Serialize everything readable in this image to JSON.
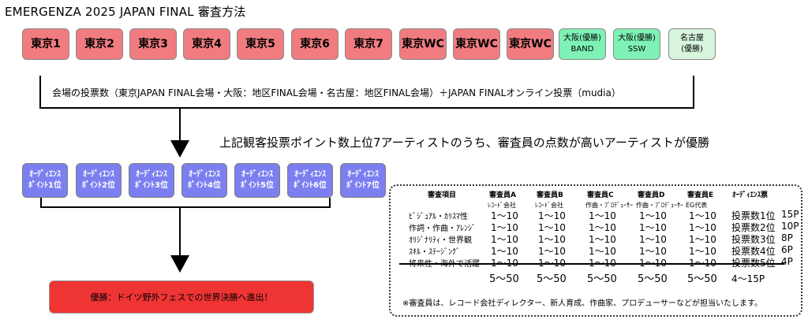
{
  "title": "EMERGENZA 2025 JAPAN FINAL 審査方法",
  "venues": [
    {
      "label": "東京1",
      "kind": "tokyo"
    },
    {
      "label": "東京2",
      "kind": "tokyo"
    },
    {
      "label": "東京3",
      "kind": "tokyo"
    },
    {
      "label": "東京4",
      "kind": "tokyo"
    },
    {
      "label": "東京5",
      "kind": "tokyo"
    },
    {
      "label": "東京6",
      "kind": "tokyo"
    },
    {
      "label": "東京7",
      "kind": "tokyo"
    },
    {
      "label": "東京WC",
      "kind": "tokyo"
    },
    {
      "label": "東京WC",
      "kind": "tokyo"
    },
    {
      "label": "東京WC",
      "kind": "tokyo"
    },
    {
      "label": "大阪(優勝)\nBAND",
      "kind": "osaka"
    },
    {
      "label": "大阪(優勝)\nSSW",
      "kind": "osaka"
    },
    {
      "label": "名古屋\n(優勝)",
      "kind": "nagoya"
    }
  ],
  "voting_note": "会場の投票数（東京JAPAN FINAL会場・大阪：地区FINAL会場・名古屋：地区FINAL会場）＋JAPAN FINALオンライン投票（mudia）",
  "subtitle": "上記観客投票ポイント数上位7アーティストのうち、審査員の点数が高いアーティストが優勝",
  "points": [
    "ｵｰﾃﾞｨｴﾝｽ\nﾎﾟｲﾝﾄ1位",
    "ｵｰﾃﾞｨｴﾝｽ\nﾎﾟｲﾝﾄ2位",
    "ｵｰﾃﾞｨｴﾝｽ\nﾎﾟｲﾝﾄ3位",
    "ｵｰﾃﾞｨｴﾝｽ\nﾎﾟｲﾝﾄ4位",
    "ｵｰﾃﾞｨｴﾝｽ\nﾎﾟｲﾝﾄ5位",
    "ｵｰﾃﾞｨｴﾝｽ\nﾎﾟｲﾝﾄ6位",
    "ｵｰﾃﾞｨｴﾝｽ\nﾎﾟｲﾝﾄ7位"
  ],
  "result": "優勝：ドイツ野外フェスでの世界決勝へ進出！",
  "colors": {
    "tokyo": "#f07c80",
    "osaka": "#7ef2b6",
    "nagoya": "#d8f5de",
    "points": "#7b7ff0",
    "result": "#ef3434"
  },
  "table": {
    "item_header": "審査項目",
    "judges": [
      {
        "name": "審査員A",
        "role": "ﾚｺｰﾄﾞ会社"
      },
      {
        "name": "審査員B",
        "role": "ﾚｺｰﾄﾞ会社"
      },
      {
        "name": "審査員C",
        "role": "作曲・ﾌﾟﾛﾃﾞｭｰｻｰ"
      },
      {
        "name": "審査員D",
        "role": "作曲・ﾌﾟﾛﾃﾞｭｰｻｰ"
      },
      {
        "name": "審査員E",
        "role": "EG代表"
      }
    ],
    "audience_header": "ｵｰﾃﾞｨｴﾝｽ票",
    "items": [
      "ﾋﾞｼﾞｭｱﾙ・ｶﾘｽﾏ性",
      "作詞・作曲・ｱﾚﾝｼﾞ",
      "ｵﾘｼﾞﾅﾘﾃｨ・世界観",
      "ｽｷﾙ・ｽﾃｰｼﾞﾝｸﾞ",
      "将来性・海外で活躍"
    ],
    "score_range": "1〜10",
    "audience_rows": [
      {
        "label": "投票数1位",
        "points": "15P"
      },
      {
        "label": "投票数2位",
        "points": "10P"
      },
      {
        "label": "投票数3位",
        "points": "8P"
      },
      {
        "label": "投票数4位",
        "points": "6P"
      },
      {
        "label": "投票数5位",
        "points": "4P"
      }
    ],
    "judge_total": "5〜50",
    "audience_total": "4〜15P",
    "footnote": "※審査員は、レコード会社ディレクター、新人育成、作曲家、プロデューサーなどが担当いたします。"
  }
}
